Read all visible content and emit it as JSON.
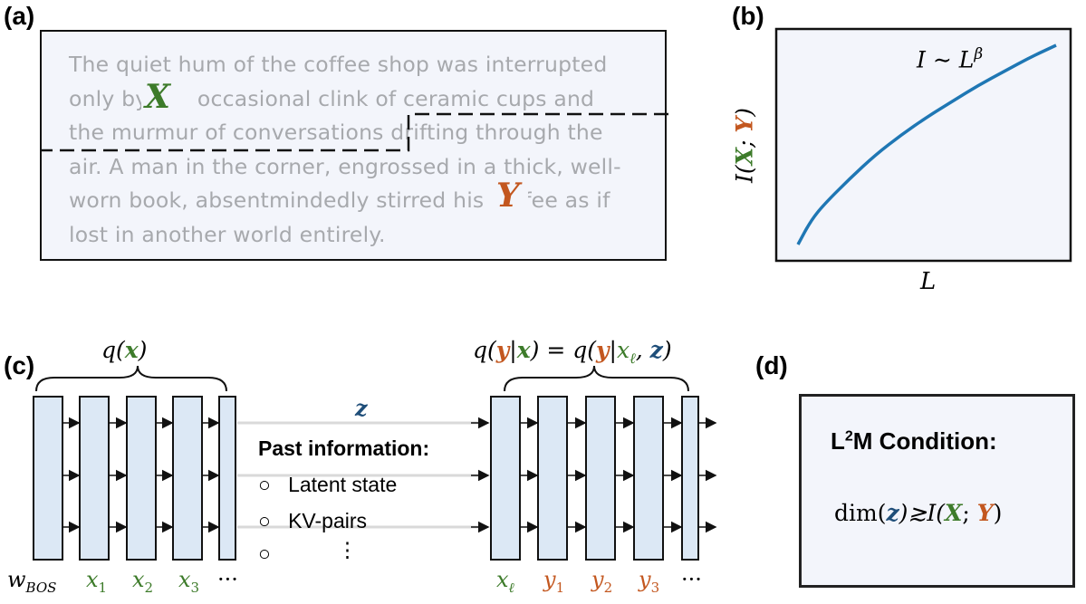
{
  "panels": {
    "a": "(a)",
    "b": "(b)",
    "c": "(c)",
    "d": "(d)"
  },
  "passage": {
    "lines": [
      "The quiet hum of the coffee shop was interrupted",
      "only by the occasional clink of ceramic cups and",
      "the murmur of conversations drifting through the",
      "air. A man in the corner, engrossed in a thick, well-",
      "worn book, absentmindedly stirred his coffee as if",
      "lost in another world entirely."
    ],
    "x_label": "X",
    "y_label": "Y"
  },
  "plot": {
    "annotation_left": "I ∼ L",
    "annotation_exp": "β",
    "xlabel": "L",
    "ylabel_prefix": "I(",
    "ylabel_x": "X",
    "ylabel_sep": "; ",
    "ylabel_y": "Y",
    "ylabel_suffix": ")"
  },
  "chart_data": {
    "type": "line",
    "title": "",
    "xlabel": "L",
    "ylabel": "I(X; Y)",
    "annotation": "I ∼ L^β",
    "series": [
      {
        "x": [
          0.0,
          0.05,
          0.1,
          0.2,
          0.3,
          0.4,
          0.5,
          0.6,
          0.7,
          0.8,
          0.9,
          1.0
        ],
        "y": [
          0.0,
          0.12,
          0.2,
          0.33,
          0.45,
          0.55,
          0.64,
          0.72,
          0.8,
          0.87,
          0.94,
          1.0
        ]
      }
    ],
    "xlim": [
      0,
      1
    ],
    "ylim": [
      0,
      1
    ],
    "grid": false,
    "ticks": false,
    "color": "#1f77b4"
  },
  "model": {
    "qx_left": "q(",
    "qx_var": "x",
    "qx_right": ")",
    "qyx": {
      "p1": "q(",
      "y1": "y",
      "p2": "|",
      "x1": "x",
      "p3": ") = q(",
      "y2": "y",
      "p4": "|",
      "xl": "x",
      "xl_sub": "ℓ",
      "p5": ", ",
      "z": "z",
      "p6": ")"
    },
    "z_label": "z",
    "past_info_title": "Past information:",
    "past_info_items": [
      "Latent state",
      "KV-pairs",
      "⋮"
    ],
    "bullet": "○",
    "left_tokens": [
      {
        "base": "w",
        "sub": "BOS"
      },
      {
        "base": "x",
        "sub": "1"
      },
      {
        "base": "x",
        "sub": "2"
      },
      {
        "base": "x",
        "sub": "3"
      }
    ],
    "right_tokens": [
      {
        "base": "x",
        "sub": "ℓ"
      },
      {
        "base": "y",
        "sub": "1"
      },
      {
        "base": "y",
        "sub": "2"
      },
      {
        "base": "y",
        "sub": "3"
      }
    ],
    "ellipsis": "···",
    "block_fill": "#dce8f5"
  },
  "condition": {
    "title_l": "L",
    "title_sup": "2",
    "title_rest": "M Condition:",
    "dim": "dim(",
    "z": "z",
    "rel": ")≳I(",
    "x": "X",
    "sep": "; ",
    "y": "Y",
    "end": ")"
  },
  "colors": {
    "green": "#3d7b2a",
    "orange": "#c3571f",
    "blue": "#1f4e79",
    "curve": "#1f77b4"
  }
}
